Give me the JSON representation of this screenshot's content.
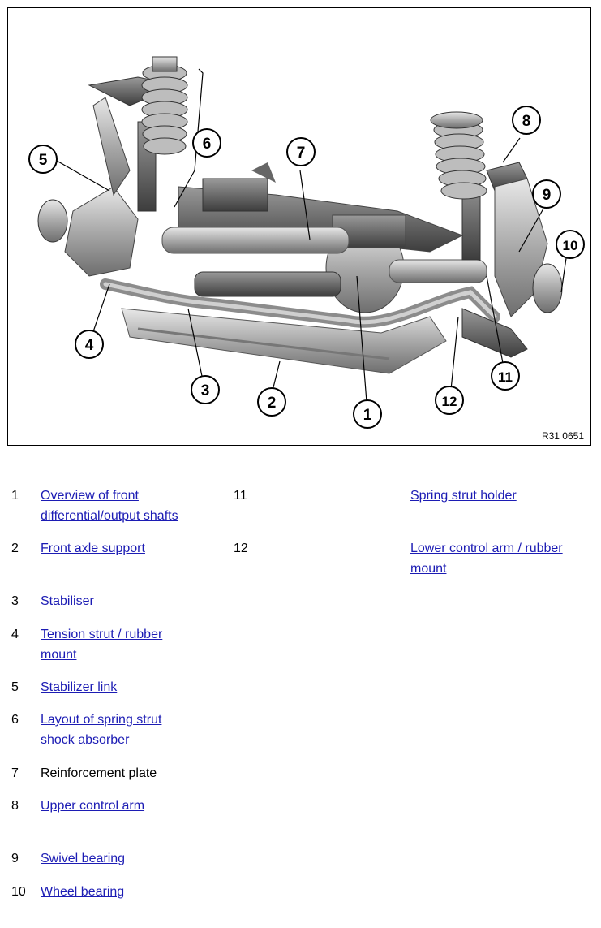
{
  "figure": {
    "reference": "R31 0651",
    "callouts": [
      "1",
      "2",
      "3",
      "4",
      "5",
      "6",
      "7",
      "8",
      "9",
      "10",
      "11",
      "12"
    ]
  },
  "legend": {
    "items": [
      {
        "num": "1",
        "lines": [
          "Overview of front",
          "differential/output shafts"
        ],
        "link": true
      },
      {
        "num": "2",
        "lines": [
          "Front axle support"
        ],
        "link": true
      },
      {
        "num": "3",
        "lines": [
          "Stabiliser"
        ],
        "link": true
      },
      {
        "num": "4",
        "lines": [
          "Tension strut / rubber",
          "mount"
        ],
        "link": true
      },
      {
        "num": "5",
        "lines": [
          "Stabilizer link"
        ],
        "link": true
      },
      {
        "num": "6",
        "lines": [
          "Layout of spring strut",
          "shock absorber"
        ],
        "link": true
      },
      {
        "num": "7",
        "lines": [
          "Reinforcement plate"
        ],
        "link": false
      },
      {
        "num": "8",
        "lines": [
          "Upper control arm"
        ],
        "link": true
      },
      {
        "num": "9",
        "lines": [
          "Swivel bearing"
        ],
        "link": true
      },
      {
        "num": "10",
        "lines": [
          "Wheel bearing"
        ],
        "link": true
      },
      {
        "num": "11",
        "lines": [
          "Spring strut holder"
        ],
        "link": true
      },
      {
        "num": "12",
        "lines": [
          "Lower control arm / rubber",
          "mount"
        ],
        "link": true
      }
    ]
  }
}
